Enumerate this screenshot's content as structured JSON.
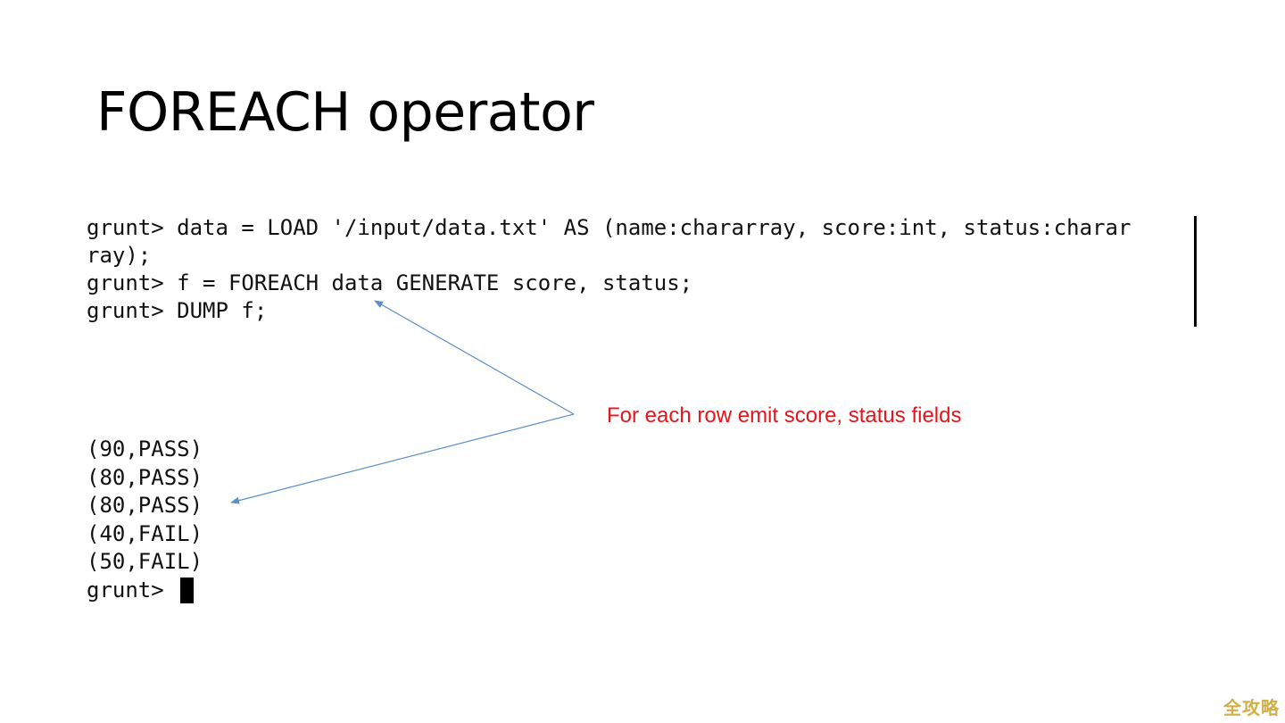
{
  "slide": {
    "title": "FOREACH operator"
  },
  "code": {
    "lines": [
      "grunt> data = LOAD '/input/data.txt' AS (name:chararray, score:int, status:charar",
      "ray);",
      "grunt> f = FOREACH data GENERATE score, status;",
      "grunt> DUMP f;"
    ]
  },
  "output": {
    "lines": [
      "(90,PASS)",
      "(80,PASS)",
      "(80,PASS)",
      "(40,FAIL)",
      "(50,FAIL)"
    ],
    "prompt": "grunt> "
  },
  "annotation": {
    "text": "For each row emit score, status fields",
    "color": "#e8141b"
  },
  "arrow_color": "#5b8fc7",
  "watermark": {
    "text": "全攻略"
  }
}
